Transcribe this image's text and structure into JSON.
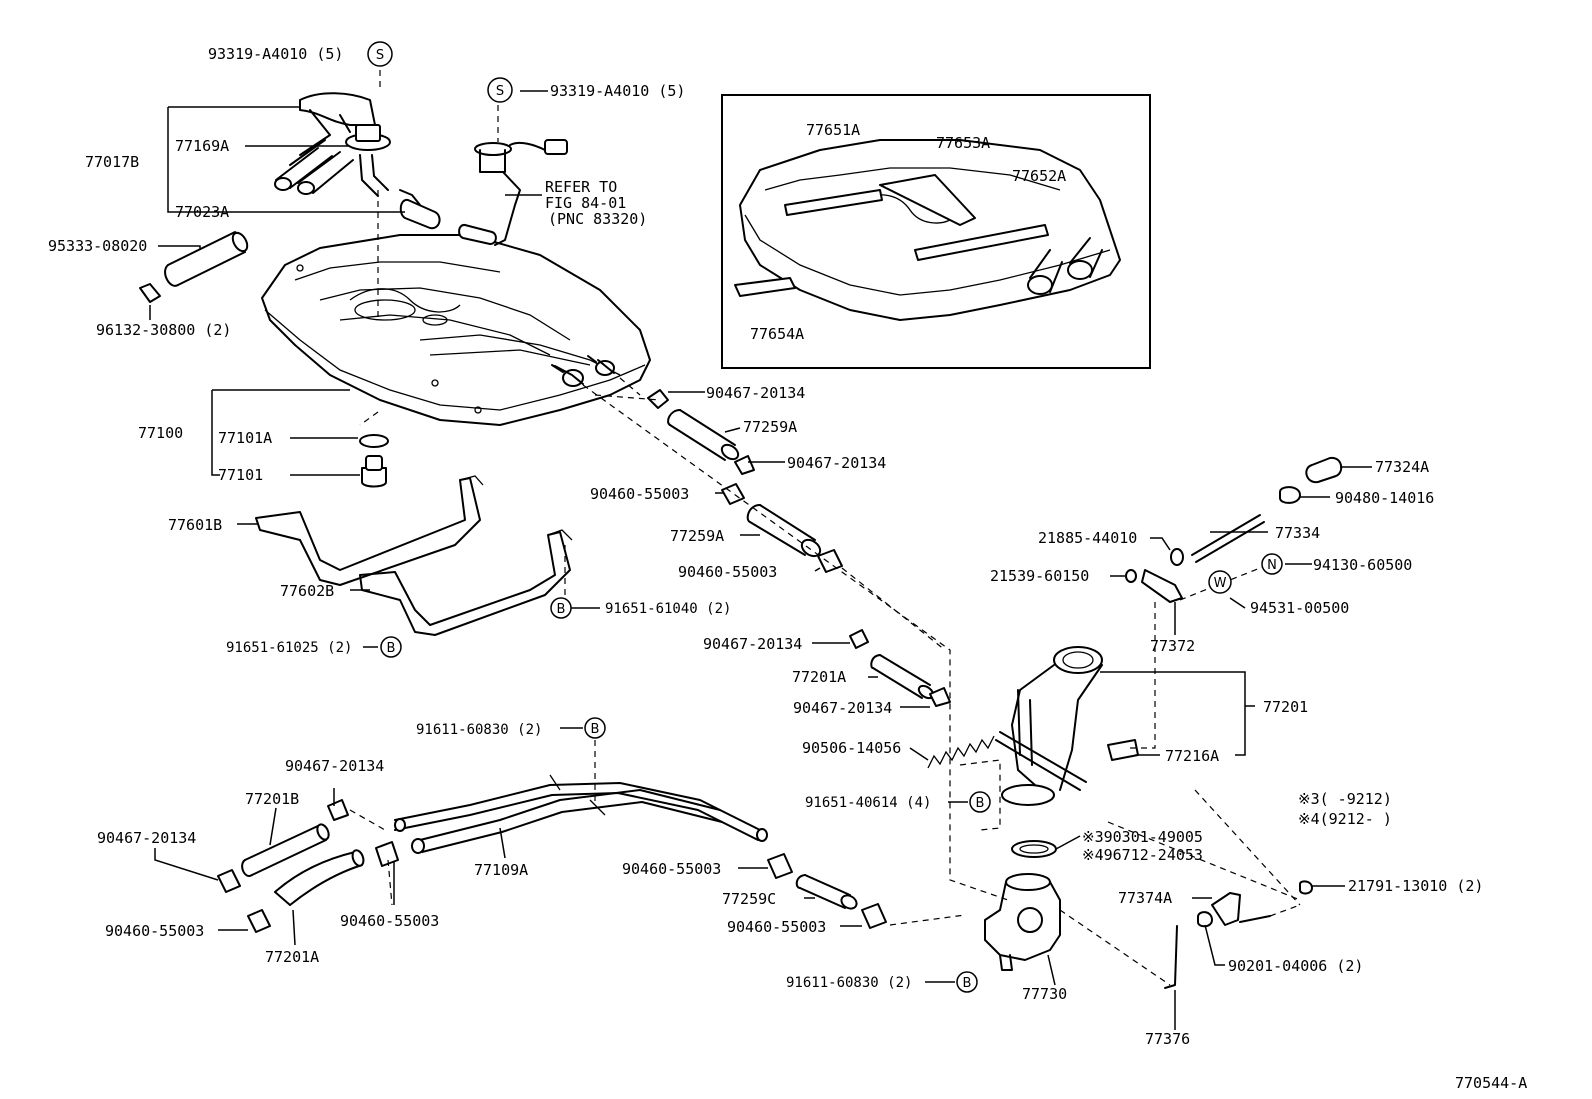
{
  "labels": {
    "l_93319_top": "93319-A4010 (5)",
    "l_93319_mid": "93319-A4010 (5)",
    "l_77017B": "77017B",
    "l_77169A": "77169A",
    "l_77023A": "77023A",
    "l_refer1": "REFER TO",
    "l_refer2": "FIG 84-01",
    "l_refer3": "(PNC 83320)",
    "l_95333": "95333-08020",
    "l_96132": "96132-30800 (2)",
    "l_77651A": "77651A",
    "l_77653A": "77653A",
    "l_77652A": "77652A",
    "l_77654A": "77654A",
    "l_77100": "77100",
    "l_77101A": "77101A",
    "l_77101": "77101",
    "l_90467_a": "90467-20134",
    "l_77259A_a": "77259A",
    "l_90467_b": "90467-20134",
    "l_90460_a": "90460-55003",
    "l_77259A_b": "77259A",
    "l_90460_b": "90460-55003",
    "l_77601B": "77601B",
    "l_77602B": "77602B",
    "l_91651_61040": "91651-61040 (2)",
    "l_91651_61025": "91651-61025 (2)",
    "l_77324A": "77324A",
    "l_90480": "90480-14016",
    "l_21885": "21885-44010",
    "l_77334": "77334",
    "l_21539": "21539-60150",
    "l_94130": "94130-60500",
    "l_94531": "94531-00500",
    "l_77372": "77372",
    "l_90467_c": "90467-20134",
    "l_77201A_a": "77201A",
    "l_77201": "77201",
    "l_90467_d": "90467-20134",
    "l_90506": "90506-14056",
    "l_77216A": "77216A",
    "l_91611_top": "91611-60830 (2)",
    "l_91651_40614": "91651-40614 (4)",
    "l_note3": "※3(     -9212)",
    "l_note4": "※4(9212-     )",
    "l_90467_e": "90467-20134",
    "l_77201B": "77201B",
    "l_90467_f": "90467-20134",
    "l_77109A": "77109A",
    "l_90460_c": "90460-55003",
    "l_77259C": "77259C",
    "l_90301": "※390301-49005",
    "l_96712": "※496712-24053",
    "l_90460_d": "90460-55003",
    "l_90460_e": "90460-55003",
    "l_77201A_b": "77201A",
    "l_90460_f": "90460-55003",
    "l_77374A": "77374A",
    "l_21791": "21791-13010 (2)",
    "l_90201": "90201-04006 (2)",
    "l_91611_bot": "91611-60830 (2)",
    "l_77730": "77730",
    "l_77376": "77376",
    "l_figno": "770544-A"
  },
  "badges": {
    "s1": "S",
    "s2": "S",
    "b1": "B",
    "b2": "B",
    "b3": "B",
    "b4": "B",
    "b5": "B",
    "n1": "N",
    "w1": "W"
  }
}
